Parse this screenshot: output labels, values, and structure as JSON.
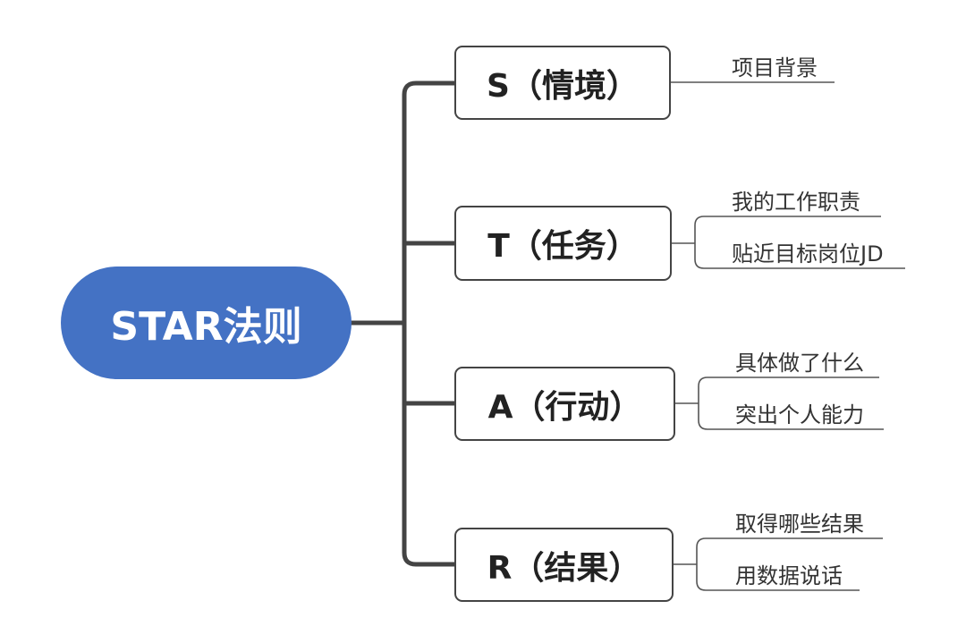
{
  "diagram": {
    "root": "STAR法则",
    "topics": [
      {
        "label": "S（情境）",
        "leaves": [
          "项目背景"
        ]
      },
      {
        "label": "T（任务）",
        "leaves": [
          "我的工作职责",
          "贴近目标岗位JD"
        ]
      },
      {
        "label": "A（行动）",
        "leaves": [
          "具体做了什么",
          "突出个人能力"
        ]
      },
      {
        "label": "R（结果）",
        "leaves": [
          "取得哪些结果",
          "用数据说话"
        ]
      }
    ]
  },
  "colors": {
    "root_fill": "#4472c4",
    "connector": "#444444",
    "leaf_line": "#555555",
    "text": "#222222"
  }
}
